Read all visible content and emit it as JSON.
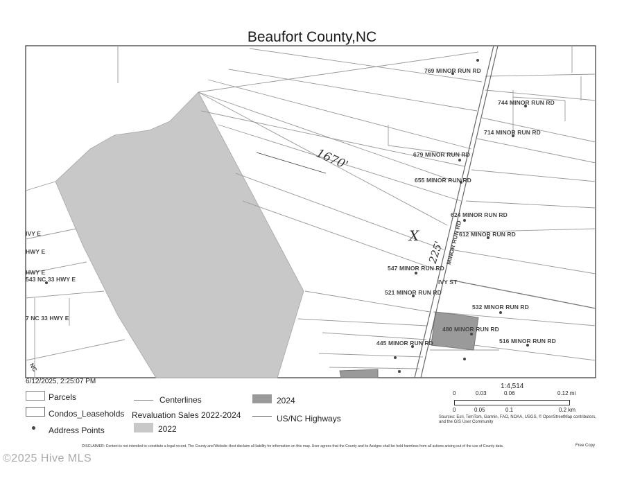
{
  "title": "Beaufort County,NC",
  "map": {
    "addresses": [
      "769 MINOR RUN RD",
      "744 MINOR RUN RD",
      "714 MINOR RUN RD",
      "679 MINOR RUN RD",
      "655 MINOR RUN RD",
      "624 MINOR RUN RD",
      "612 MINOR RUN RD",
      "547 MINOR RUN RD",
      "521 MINOR RUN RD",
      "532 MINOR RUN RD",
      "480 MINOR RUN RD",
      "516 MINOR RUN RD",
      "445 MINOR RUN RD",
      "543 NC 33 HWY E",
      "7 NC 33 HWY E",
      "IVY E",
      "HWY E",
      "HWY E"
    ],
    "road_label_main": "MINOR RUN RD",
    "road_label_ivy": "IVY ST",
    "road_label_nc": "NC",
    "handwritten_length": "1670'",
    "handwritten_frontage": "225'",
    "handwritten_mark": "X"
  },
  "datetime": "6/12/2025, 2:25:07 PM",
  "legend": {
    "parcels": "Parcels",
    "condos": "Condos_Leaseholds",
    "address_points": "Address Points",
    "centerlines": "Centerlines",
    "revaluation": "Revaluation Sales 2022-2024",
    "y2022": "2022",
    "y2024": "2024",
    "highways": "US/NC Highways"
  },
  "scale": {
    "ratio": "1:4,514",
    "mi_ticks": [
      "0",
      "0.03",
      "0.06",
      "0.12 mi"
    ],
    "km_ticks": [
      "0",
      "0.05",
      "0.1",
      "0.2 km"
    ],
    "sources": "Sources: Esri, TomTom, Garmin, FAO, NOAA, USGS, © OpenStreetMap contributors, and the GIS User Community"
  },
  "disclaimer": "DISCLAIMER: Content is not intended to constitute a legal record. The County and Website Host disclaim all liability for information on this map. User agrees that the County and its Assigns shall be held harmless from all actions arising out of the use of County data.",
  "free_copy": "Free Copy",
  "watermark": "©2025 Hive MLS",
  "colors": {
    "shade_2022": "#c8c8c8",
    "shade_2024": "#9a9a9a",
    "line": "#8a8a8a"
  }
}
